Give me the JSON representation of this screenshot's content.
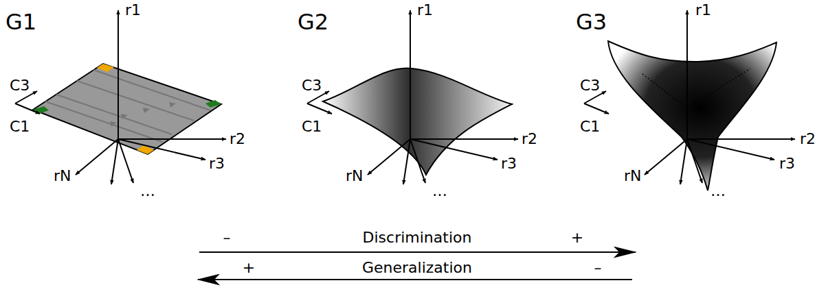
{
  "diagram": {
    "labels": [
      "G1",
      "r1",
      "C3",
      "C1",
      "r2",
      "r3",
      "rN",
      "…",
      "G2",
      "r1",
      "C3",
      "C1",
      "r2",
      "r3",
      "rN",
      "…",
      "G3",
      "r1",
      "C3",
      "C1",
      "r2",
      "r3",
      "rN",
      "…",
      "–",
      "Discrimination",
      "+",
      "+",
      "Generalization",
      "–"
    ]
  }
}
